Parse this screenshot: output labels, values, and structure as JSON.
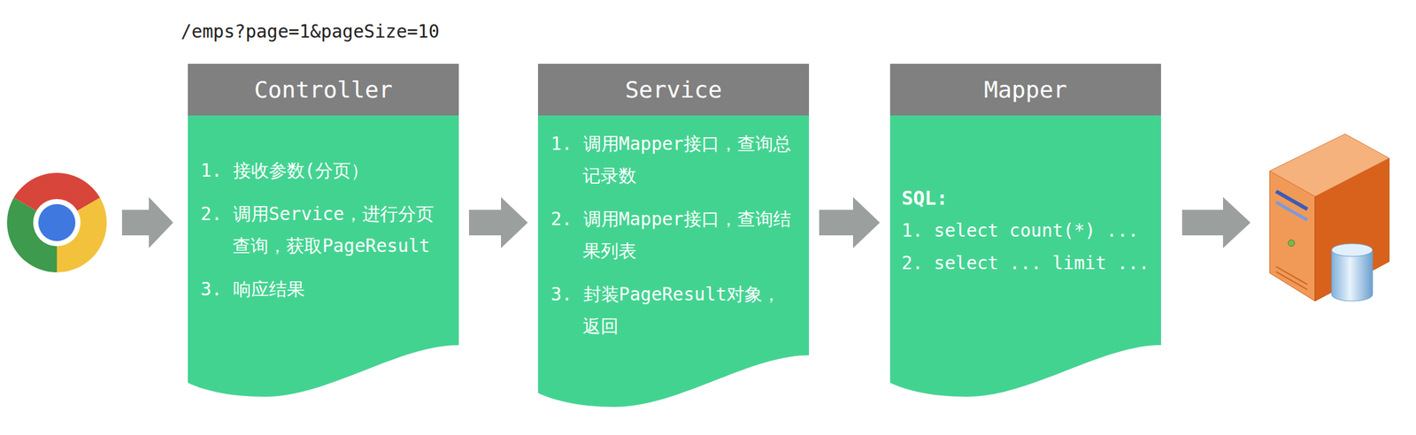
{
  "diagram": {
    "nodes": [
      {
        "text": [
          "Controller",
          "1. 接收参数(分页）",
          "2. 调用Service，进行分页 查询，获取PageResult",
          "3. 响应结果"
        ]
      },
      {
        "text": [
          "Service",
          "1. 调用Mapper接口，查询总 记录数",
          "2. 调用Mapper接口，查询结 果列表",
          "3. 封装PageResult对象， 返回"
        ]
      },
      {
        "text": [
          "Mapper",
          "SQL:",
          "1. select count(*) ...",
          "2. select ... limit ..."
        ]
      }
    ],
    "edges": [
      {
        "from": 0,
        "to": 1,
        "arrow": "to"
      },
      {
        "from": 1,
        "to": 2,
        "arrow": "to"
      }
    ],
    "labels": [
      "/emps?page=1&pageSize=10"
    ]
  }
}
